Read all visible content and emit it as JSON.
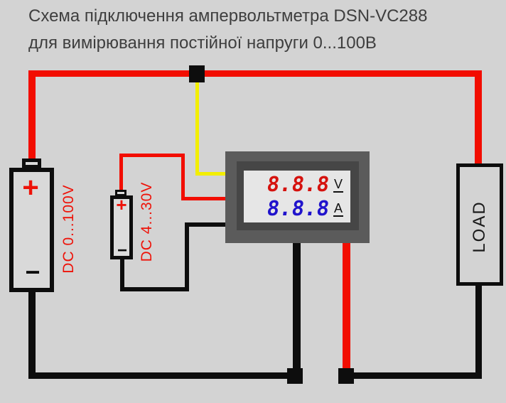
{
  "title": {
    "line1": "Схема підключення ампервольтметра DSN-VC288",
    "line2": "для вимірювання постійної напруги 0...100В"
  },
  "batteries": {
    "main": {
      "label": "DC 0...100V",
      "plus": "+",
      "minus": "−"
    },
    "aux": {
      "label": "DC 4...30V",
      "plus": "+",
      "minus": "−"
    }
  },
  "meter": {
    "volt_value": "8.8.8",
    "volt_unit": "V",
    "amp_value": "8.8.8",
    "amp_unit": "A"
  },
  "load": {
    "label": "LOAD"
  },
  "colors": {
    "background": "#d3d3d3",
    "positive_wire_red": "#f20d00",
    "negative_wire_black": "#0d0d0d",
    "voltage_sense_yellow": "#f2ee00",
    "meter_digits_red": "#d5120e",
    "meter_digits_blue": "#2013cc",
    "label_red": "#ee1208",
    "title_text": "#3e3e3e",
    "meter_frame_outer": "#5b5b5b",
    "meter_frame_inner": "#464646",
    "meter_display_bg": "#e6e6e6"
  }
}
